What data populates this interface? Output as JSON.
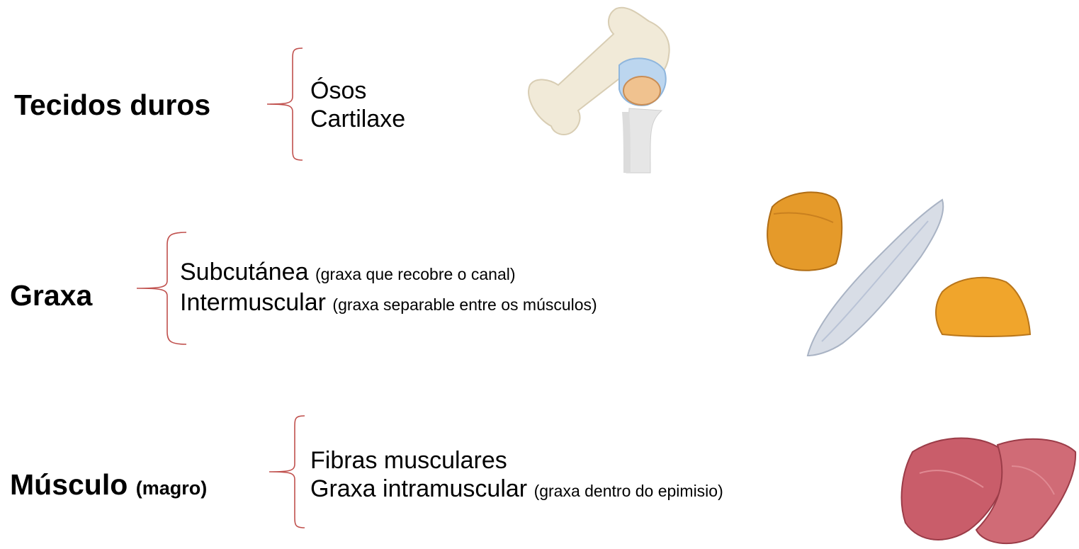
{
  "groups": [
    {
      "title": "Tecidos duros",
      "title_sub": "",
      "items": [
        {
          "text": "Ósos",
          "note": ""
        },
        {
          "text": "Cartilaxe",
          "note": ""
        }
      ],
      "illustration": "bone-joint-icon"
    },
    {
      "title": "Graxa",
      "title_sub": "",
      "items": [
        {
          "text": "Subcutánea",
          "note": "(graxa que recobre o canal)"
        },
        {
          "text": "Intermuscular",
          "note": "(graxa separable entre os músculos)"
        }
      ],
      "illustration": "fat-pieces-icon"
    },
    {
      "title": "Músculo",
      "title_sub": "(magro)",
      "items": [
        {
          "text": "Fibras musculares",
          "note": ""
        },
        {
          "text": "Graxa intramuscular",
          "note": "(graxa dentro do epimisio)"
        }
      ],
      "illustration": "meat-cuts-icon"
    }
  ],
  "colors": {
    "brace": "#c0504d",
    "text": "#000000"
  }
}
